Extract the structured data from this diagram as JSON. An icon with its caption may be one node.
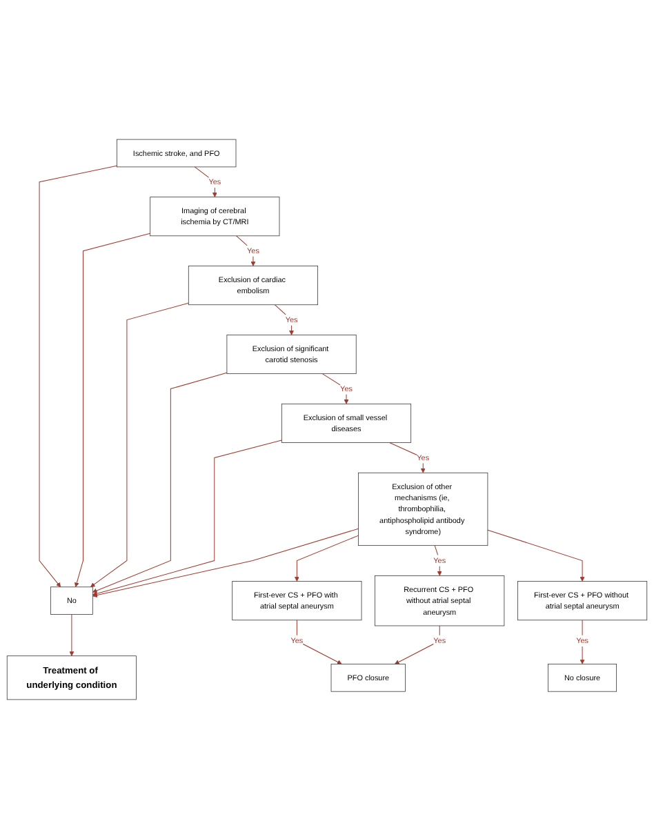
{
  "diagram": {
    "nodes": [
      {
        "text": [
          "Ischemic stroke, and PFO"
        ]
      },
      {
        "text": [
          "Imaging of cerebral ischemia by CT/MRI"
        ]
      },
      {
        "text": [
          "Exclusion of cardiac embolism"
        ]
      },
      {
        "text": [
          "Exclusion of significant carotid stenosis"
        ]
      },
      {
        "text": [
          "Exclusion of small vessel diseases"
        ]
      },
      {
        "text": [
          "Exclusion of other mechanisms (ie, thrombophilia, antiphospholipid antibody syndrome)"
        ]
      },
      {
        "text": [
          "No"
        ]
      },
      {
        "text": [
          "Treatment of underlying condition"
        ]
      },
      {
        "text": [
          "First-ever CS + PFO with atrial septal aneurysm"
        ]
      },
      {
        "text": [
          "Recurrent CS + PFO without atrial septal aneurysm"
        ]
      },
      {
        "text": [
          "First-ever CS + PFO without atrial septal aneurysm"
        ]
      },
      {
        "text": [
          "PFO closure"
        ]
      },
      {
        "text": [
          "No closure"
        ]
      }
    ],
    "edges": [
      {
        "from": 0,
        "to": 1,
        "arrow": "to",
        "label": "Yes"
      },
      {
        "from": 1,
        "to": 2,
        "arrow": "to",
        "label": "Yes"
      },
      {
        "from": 2,
        "to": 3,
        "arrow": "to",
        "label": "Yes"
      },
      {
        "from": 3,
        "to": 4,
        "arrow": "to",
        "label": "Yes"
      },
      {
        "from": 4,
        "to": 5,
        "arrow": "to",
        "label": "Yes"
      },
      {
        "from": 0,
        "to": 6,
        "arrow": "to"
      },
      {
        "from": 1,
        "to": 6,
        "arrow": "to"
      },
      {
        "from": 2,
        "to": 6,
        "arrow": "to"
      },
      {
        "from": 3,
        "to": 6,
        "arrow": "to"
      },
      {
        "from": 4,
        "to": 6,
        "arrow": "to"
      },
      {
        "from": 5,
        "to": 6,
        "arrow": "to"
      },
      {
        "from": 6,
        "to": 7,
        "arrow": "to"
      },
      {
        "from": 5,
        "to": 8,
        "arrow": "to"
      },
      {
        "from": 5,
        "to": 9,
        "arrow": "to",
        "label": "Yes"
      },
      {
        "from": 5,
        "to": 10,
        "arrow": "to"
      },
      {
        "from": 8,
        "to": 11,
        "arrow": "to",
        "label": "Yes"
      },
      {
        "from": 9,
        "to": 11,
        "arrow": "to",
        "label": "Yes"
      },
      {
        "from": 10,
        "to": 12,
        "arrow": "to",
        "label": "Yes"
      }
    ]
  }
}
